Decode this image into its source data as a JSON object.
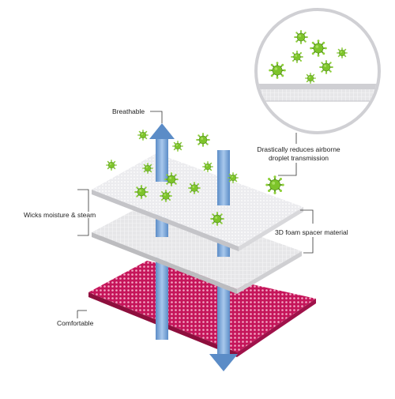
{
  "labels": {
    "breathable": "Breathable",
    "airborne_line1": "Drastically reduces airborne",
    "airborne_line2": "droplet transmission",
    "wicks": "Wicks moisture & steam",
    "foam": "3D foam spacer material",
    "comfortable": "Comfortable"
  },
  "colors": {
    "germ": "#7dc42a",
    "germ_dark": "#4f8f12",
    "pink_layer": "#d81f63",
    "arrow_blue": "#6f9ed3",
    "fabric_grey": "#e8e8ea",
    "line": "#333333"
  },
  "icons": {
    "germ": "germ-icon",
    "arrow": "air-flow-arrow"
  }
}
